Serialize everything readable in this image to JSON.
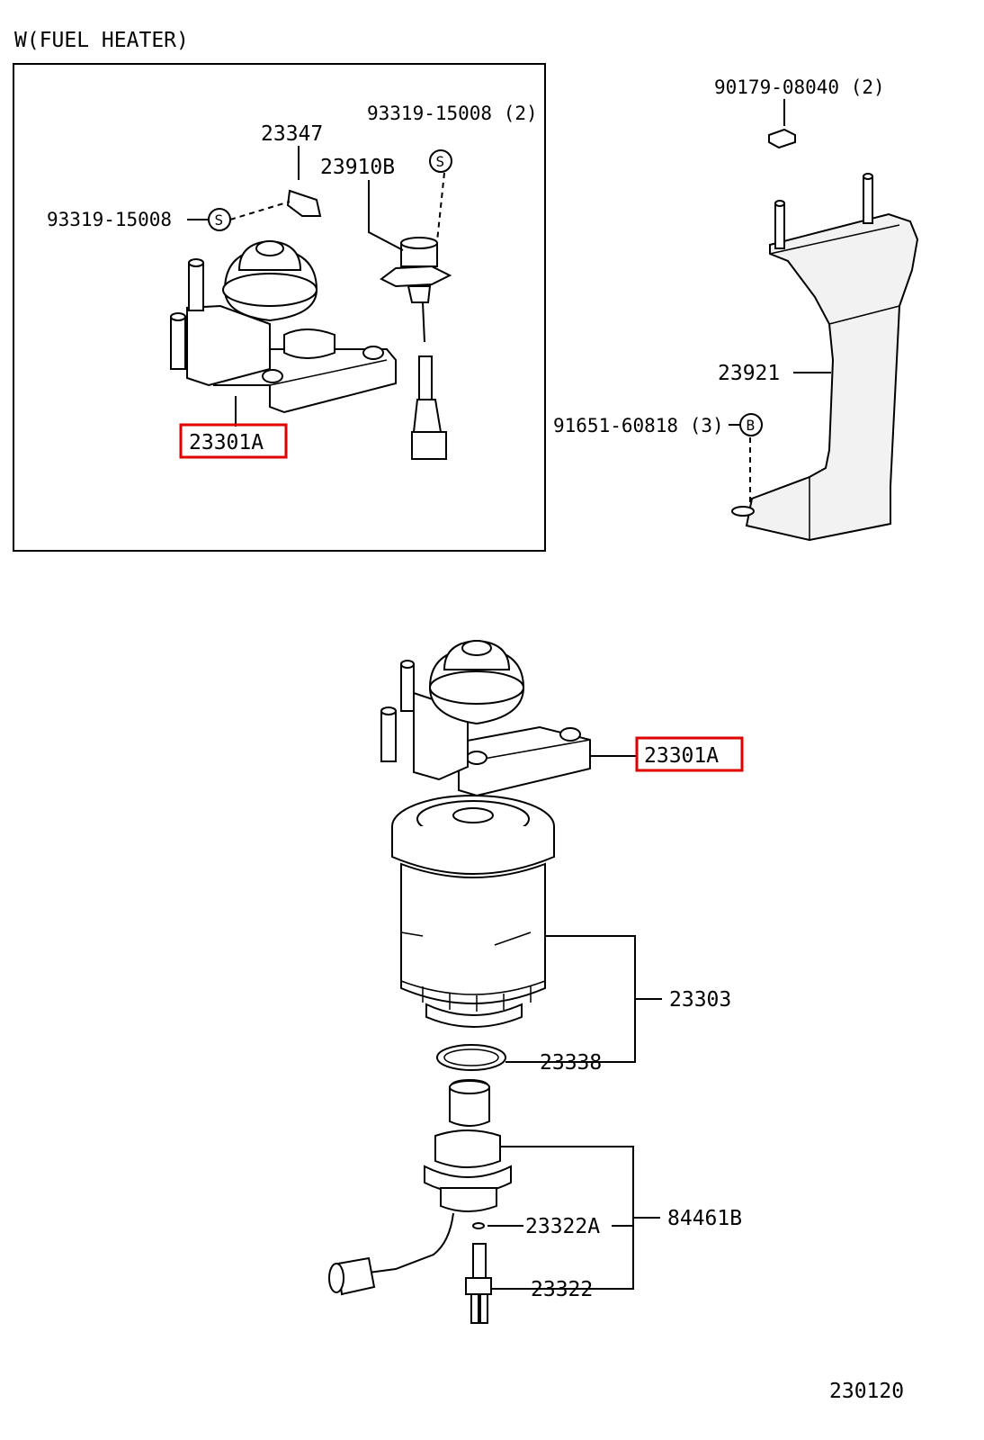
{
  "title": "W(FUEL HEATER)",
  "diagram_id": "230120",
  "highlight_color": "#e00000",
  "callouts": {
    "circle_s": "S",
    "circle_b": "B"
  },
  "parts": {
    "p23347": "23347",
    "p93319_15008_2": "93319-15008 (2)",
    "p23910B": "23910B",
    "p93319_15008": "93319-15008",
    "p23301A_inset": "23301A",
    "p90179_08040": "90179-08040 (2)",
    "p23921": "23921",
    "p91651_60818": "91651-60818 (3)",
    "p23301A_main": "23301A",
    "p23303": "23303",
    "p23338": "23338",
    "p84461B": "84461B",
    "p23322A": "23322A",
    "p23322": "23322"
  }
}
